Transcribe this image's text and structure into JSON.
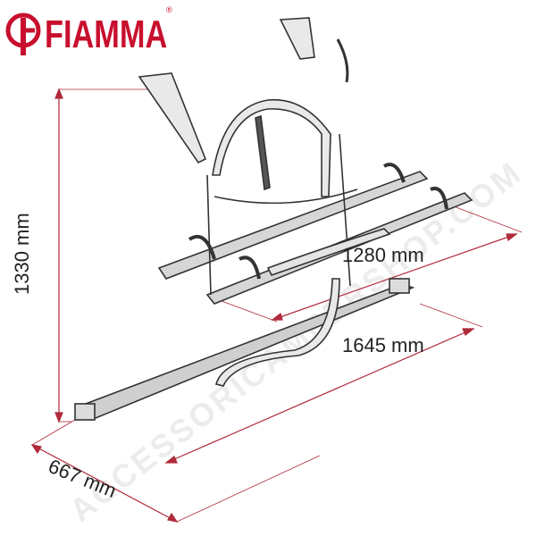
{
  "brand": {
    "name": "FIAMMA",
    "registered": "®",
    "color": "#c8102e"
  },
  "dimensions": {
    "height": "1330 mm",
    "rail_length": "1280 mm",
    "overall_width": "1645 mm",
    "depth": "667 mm"
  },
  "watermark": "ACCESSORICAMPERSHOP.COM",
  "colors": {
    "dimension_line": "#b02a3a",
    "drawing": "#333333",
    "rail_fill": "#d6d6d6"
  }
}
